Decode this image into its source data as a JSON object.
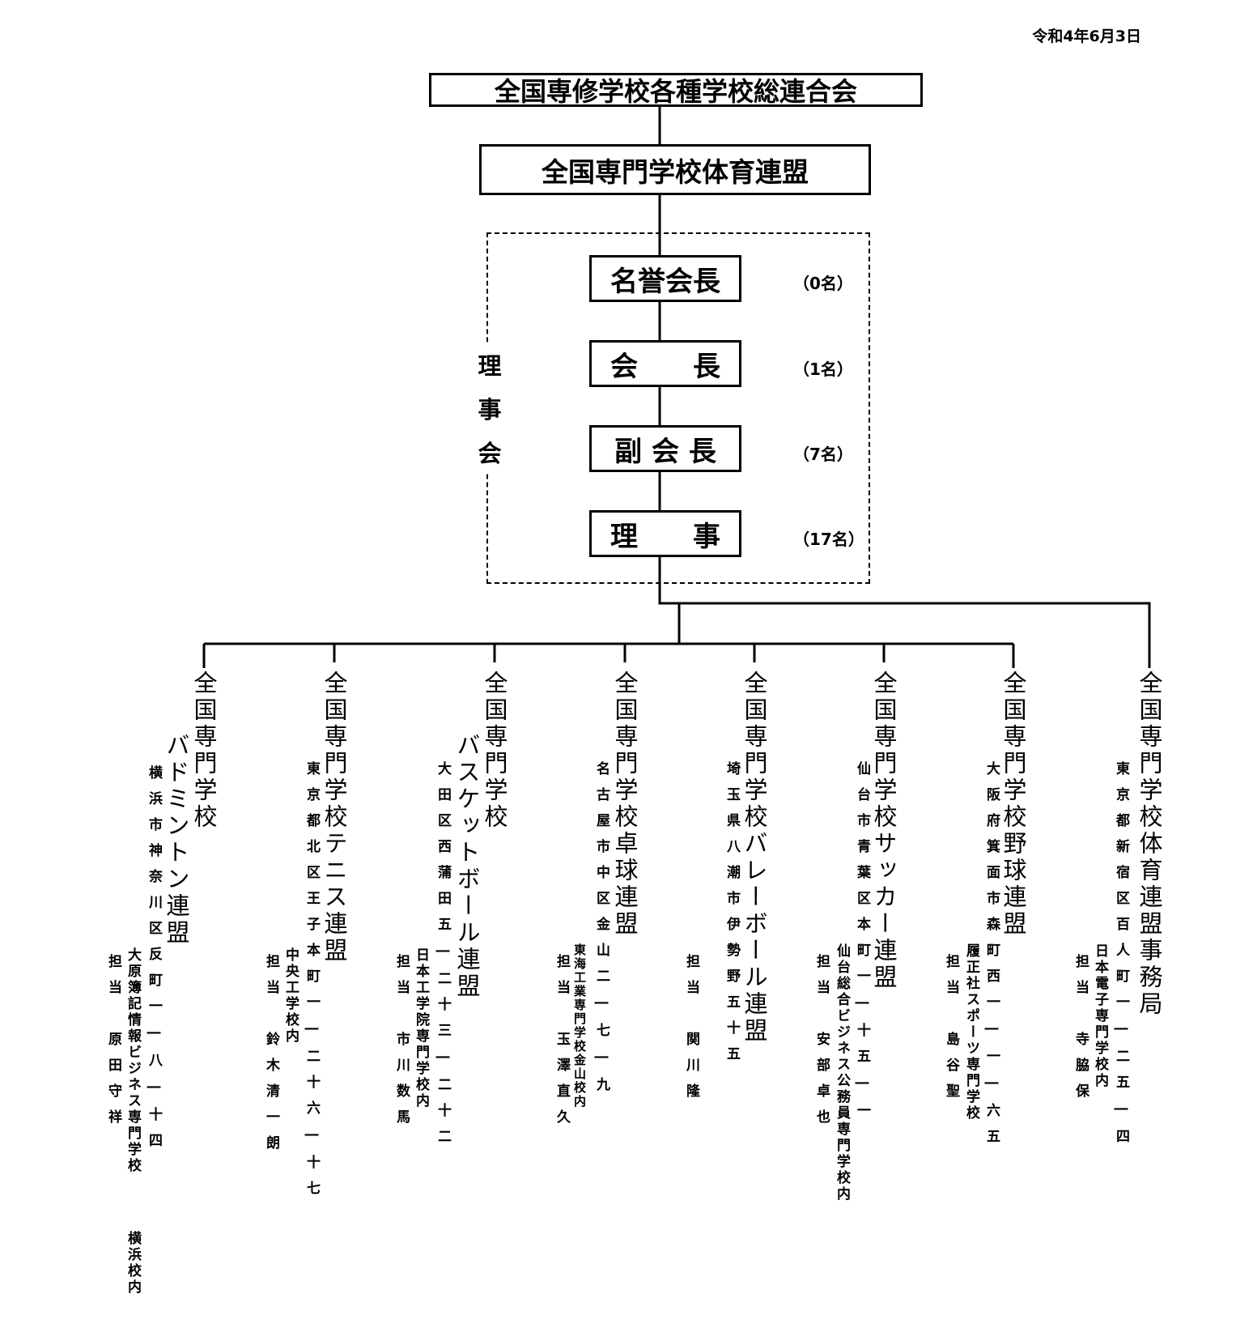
{
  "date": "令和4年6月3日",
  "top_org": "全国専修学校各種学校総連合会",
  "federation": "全国専門学校体育連盟",
  "council_label": "理事会",
  "roles": [
    {
      "title": "名誉会長",
      "count": "（0名）"
    },
    {
      "title": "会　　長",
      "count": "（1名）"
    },
    {
      "title": "副 会 長",
      "count": "（7名）"
    },
    {
      "title": "理　　事",
      "count": "（17名）"
    }
  ],
  "leagues": [
    {
      "name_line1": "全国専門学校",
      "name_line2": "バドミントン連盟",
      "address": "横浜市神奈川区反町一―八―十四",
      "school_line1": "大原簿記情報ビジネス専門学校",
      "school_line2": "横浜校内",
      "contact": "担当　原田守祥"
    },
    {
      "name_line1": "全国専門学校テニス連盟",
      "address": "東京都北区王子本町一―二十六―十七",
      "school_line1": "中央工学校内",
      "contact": "担当　鈴木清一朗"
    },
    {
      "name_line1": "全国専門学校",
      "name_line2": "バスケットボール連盟",
      "address": "大田区西蒲田五―二十三―二十二",
      "school_line1": "日本工学院専門学校内",
      "contact": "担当　市川数馬"
    },
    {
      "name_line1": "全国専門学校卓球連盟",
      "address": "名古屋市中区金山二―七―九",
      "school_line1": "東海工業専門学校金山校内",
      "contact": "担当　玉澤直久"
    },
    {
      "name_line1": "全国専門学校バレーボール連盟",
      "address": "埼玉県八潮市伊勢野五十五",
      "contact": "担当　関川隆"
    },
    {
      "name_line1": "全国専門学校サッカー連盟",
      "address": "仙台市青葉区本町一―十五―一",
      "school_line1": "仙台総合ビジネス公務員専門学校内",
      "contact": "担当　安部卓也"
    },
    {
      "name_line1": "全国専門学校野球連盟",
      "address": "大阪府箕面市森町西一―一―六五",
      "school_line1": "履正社スポーツ専門学校",
      "contact": "担当　島谷聖"
    },
    {
      "name_line1": "全国専門学校体育連盟事務局",
      "address": "東京都新宿区百人町一―二五―四",
      "school_line1": "日本電子専門学校内",
      "contact": "担当　寺脇保"
    }
  ]
}
